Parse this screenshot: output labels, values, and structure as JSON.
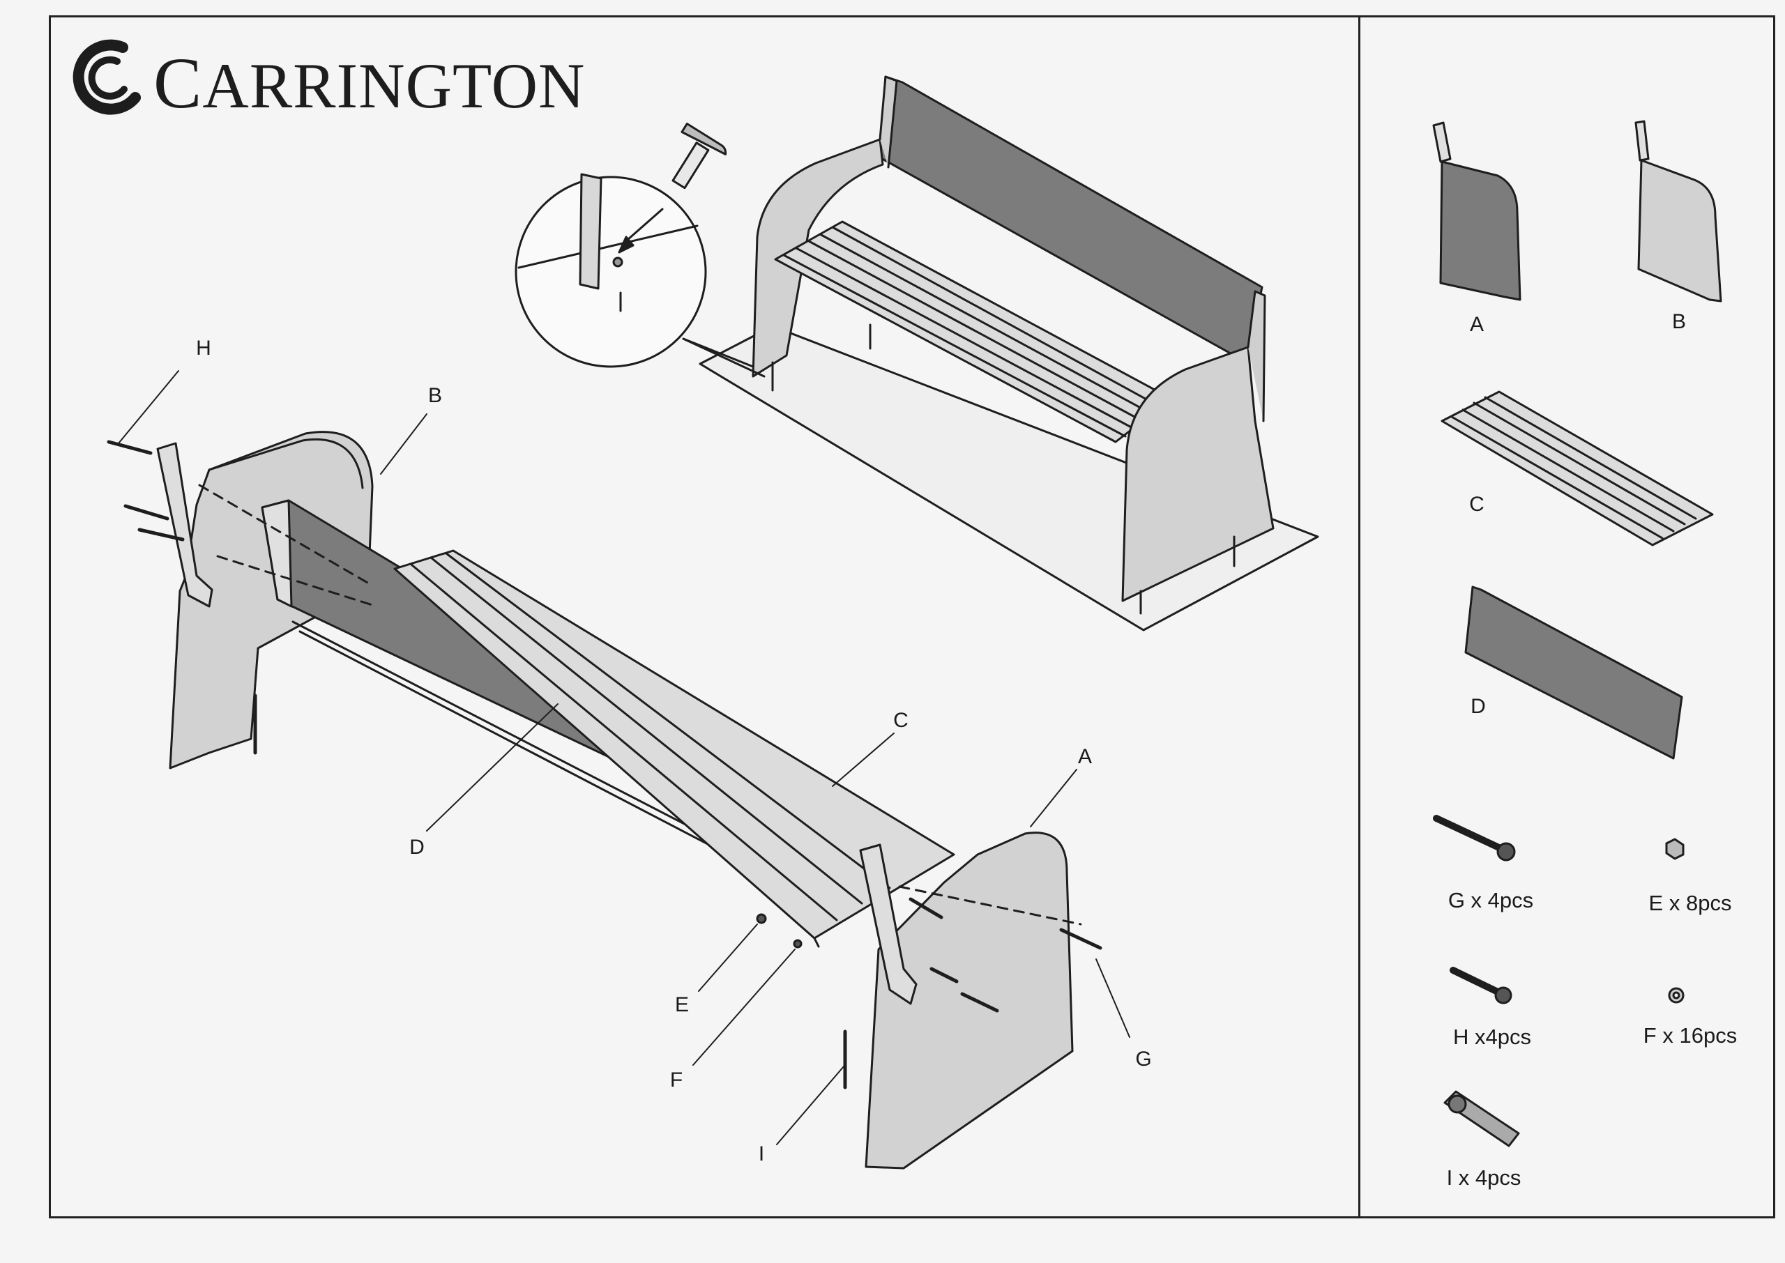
{
  "brand": {
    "initial": "C",
    "rest": "ARRINGTON"
  },
  "callouts": {
    "H": "H",
    "B": "B",
    "C": "C",
    "D": "D",
    "A": "A",
    "E": "E",
    "F": "F",
    "G": "G",
    "I": "I"
  },
  "parts_list": {
    "panels": [
      {
        "name": "A",
        "icon": "right-side-frame-icon"
      },
      {
        "name": "B",
        "icon": "left-side-frame-icon"
      },
      {
        "name": "C",
        "icon": "seat-slats-icon"
      },
      {
        "name": "D",
        "icon": "back-panel-icon"
      }
    ],
    "hardware": [
      {
        "label": "G x 4pcs",
        "icon": "long-bolt-icon"
      },
      {
        "label": "E x 8pcs",
        "icon": "hex-nut-icon"
      },
      {
        "label": "H  x4pcs",
        "icon": "short-bolt-icon"
      },
      {
        "label": "F x 16pcs",
        "icon": "washer-icon"
      },
      {
        "label": "I  x 4pcs",
        "icon": "ground-anchor-icon"
      }
    ]
  },
  "detail": {
    "tool_icon": "hammer-icon"
  },
  "colors": {
    "line": "#1e1e1e",
    "panel_fill": "#d2d2d2",
    "board_fill": "#7c7c7c",
    "paper": "#f5f5f5"
  }
}
